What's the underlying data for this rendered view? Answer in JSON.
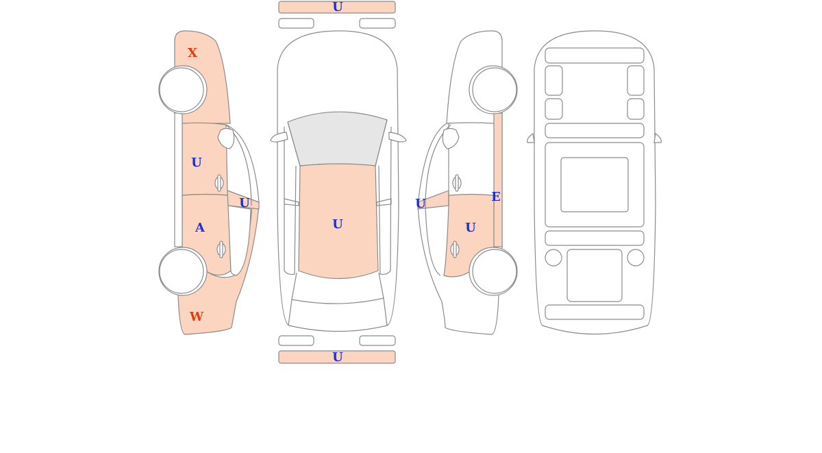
{
  "colors": {
    "damage_fill": "#fcd5c1",
    "outline": "#8a8a8a",
    "glass": "#e6e6e6",
    "code_blue": "#1f2fd6",
    "code_red": "#e23a0c"
  },
  "views": {
    "left_side": {
      "codes": {
        "front_fender": "X",
        "front_door": "U",
        "rear_door": "A",
        "rear_quarter": "W",
        "door_sill": "U"
      }
    },
    "top": {
      "codes": {
        "front_bumper": "U",
        "roof": "U",
        "rear_bumper": "U"
      }
    },
    "right_side": {
      "codes": {
        "door_sill": "U",
        "rear_door": "U",
        "pillar": "E"
      }
    },
    "underbody": {}
  }
}
